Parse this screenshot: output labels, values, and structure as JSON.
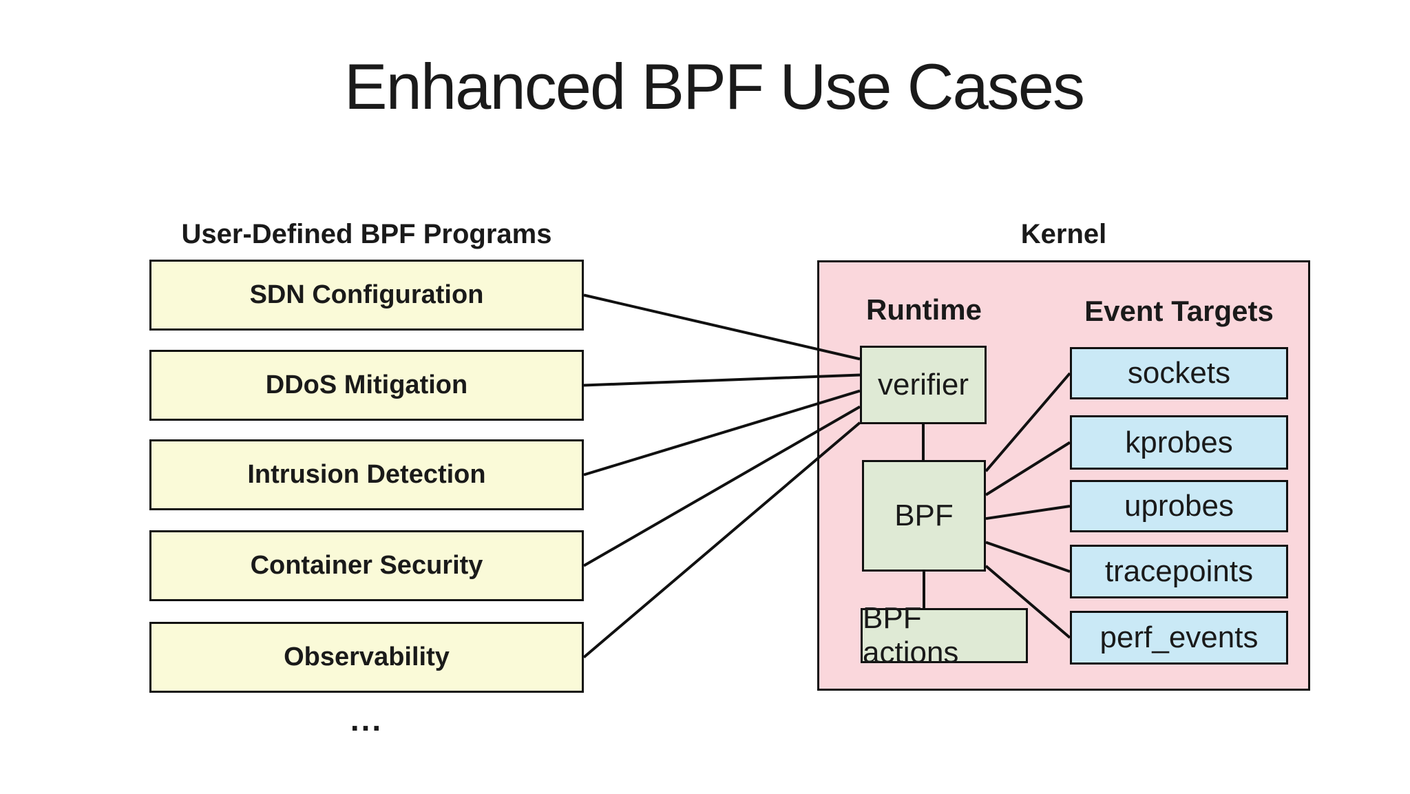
{
  "title": "Enhanced BPF Use Cases",
  "colors": {
    "background": "#ffffff",
    "text": "#1a1a1a",
    "line": "#111111",
    "program_box_fill": "#fafad8",
    "kernel_fill": "#fad7dc",
    "runtime_box_fill": "#dfead5",
    "event_box_fill": "#cae9f6"
  },
  "left_panel": {
    "header": "User-Defined BPF Programs",
    "programs": [
      {
        "id": "n-sdn",
        "label": "SDN Configuration"
      },
      {
        "id": "n-ddos",
        "label": "DDoS Mitigation"
      },
      {
        "id": "n-ids",
        "label": "Intrusion Detection"
      },
      {
        "id": "n-container",
        "label": "Container Security"
      },
      {
        "id": "n-observability",
        "label": "Observability"
      }
    ],
    "ellipsis": "..."
  },
  "kernel": {
    "header": "Kernel",
    "runtime_label": "Runtime",
    "event_targets_label": "Event Targets",
    "runtime_nodes": [
      {
        "id": "n-verifier",
        "label": "verifier"
      },
      {
        "id": "n-bpf",
        "label": "BPF"
      },
      {
        "id": "n-bpf-actions",
        "label": "BPF actions"
      }
    ],
    "event_targets": [
      {
        "id": "n-sockets",
        "label": "sockets"
      },
      {
        "id": "n-kprobes",
        "label": "kprobes"
      },
      {
        "id": "n-uprobes",
        "label": "uprobes"
      },
      {
        "id": "n-tracepoints",
        "label": "tracepoints"
      },
      {
        "id": "n-perf",
        "label": "perf_events"
      }
    ]
  },
  "edges": [
    {
      "from": "n-sdn",
      "to": "n-verifier",
      "type": "fan-in"
    },
    {
      "from": "n-ddos",
      "to": "n-verifier",
      "type": "fan-in"
    },
    {
      "from": "n-ids",
      "to": "n-verifier",
      "type": "fan-in"
    },
    {
      "from": "n-container",
      "to": "n-verifier",
      "type": "fan-in"
    },
    {
      "from": "n-observability",
      "to": "n-verifier",
      "type": "fan-in"
    },
    {
      "from": "n-verifier",
      "to": "n-bpf",
      "type": "vertical"
    },
    {
      "from": "n-bpf",
      "to": "n-bpf-actions",
      "type": "vertical"
    },
    {
      "from": "n-bpf",
      "to": "n-sockets",
      "type": "fan-out"
    },
    {
      "from": "n-bpf",
      "to": "n-kprobes",
      "type": "fan-out"
    },
    {
      "from": "n-bpf",
      "to": "n-uprobes",
      "type": "fan-out"
    },
    {
      "from": "n-bpf",
      "to": "n-tracepoints",
      "type": "fan-out"
    },
    {
      "from": "n-bpf",
      "to": "n-perf",
      "type": "fan-out"
    }
  ]
}
